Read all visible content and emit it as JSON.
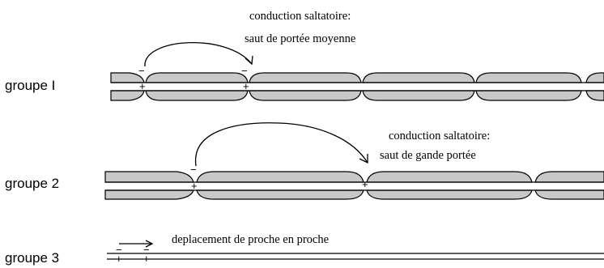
{
  "rows": [
    {
      "label": "groupe I",
      "annotation_lines": [
        "conduction saltatoire:",
        "saut de portée moyenne"
      ],
      "node_signs": {
        "minus": "−",
        "plus": "+"
      }
    },
    {
      "label": "groupe 2",
      "annotation_lines": [
        "conduction saltatoire:",
        "saut de gande portée"
      ],
      "node_signs": {
        "minus": "−",
        "plus": "+"
      }
    },
    {
      "label": "groupe 3",
      "annotation_lines": [
        "deplacement de proche en proche"
      ],
      "node_signs": {
        "minus": "−",
        "plus": "+"
      }
    }
  ]
}
